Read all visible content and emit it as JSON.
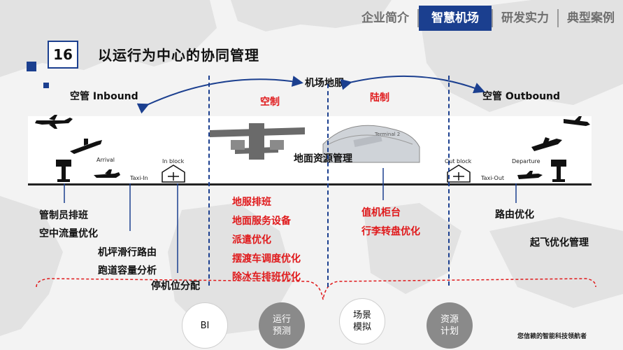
{
  "nav": {
    "tabs": [
      "企业简介",
      "智慧机场",
      "研发实力",
      "典型案例"
    ],
    "active_index": 1
  },
  "title": {
    "number": "16",
    "text": "以运行为中心的协同管理"
  },
  "zones": {
    "inbound": "空管 Inbound",
    "airspace_control": "空制",
    "ground_service": "机场地服",
    "landside_control": "陆制",
    "outbound": "空管 Outbound",
    "ground_resource": "地面资源管理"
  },
  "flow_labels": {
    "arrival": "Arrival",
    "taxi_in": "Taxi-In",
    "in_block": "In block",
    "out_block": "Out block",
    "departure": "Departure",
    "taxi_out": "Taxi-Out",
    "terminal_sign": "Terminal 2"
  },
  "inbound_items": [
    "管制员排班",
    "空中流量优化",
    "机坪滑行路由",
    "跑道容量分析",
    "停机位分配"
  ],
  "airside_items": [
    "地服排班",
    "地面服务设备",
    "派遣优化",
    "摆渡车调度优化",
    "除冰车排班优化"
  ],
  "landside_items": [
    "值机柜台",
    "行李转盘优化"
  ],
  "outbound_items": [
    "路由优化",
    "起飞优化管理"
  ],
  "bottom_circles": [
    {
      "line1": "BI",
      "line2": ""
    },
    {
      "line1": "运行",
      "line2": "预测"
    },
    {
      "line1": "场景",
      "line2": "模拟"
    },
    {
      "line1": "资源",
      "line2": "计划"
    }
  ],
  "footer": "您信赖的智能科技领航者",
  "colors": {
    "brand_blue": "#1b3f8f",
    "accent_red": "#e0191b",
    "nav_inactive": "#6f6f6f"
  }
}
